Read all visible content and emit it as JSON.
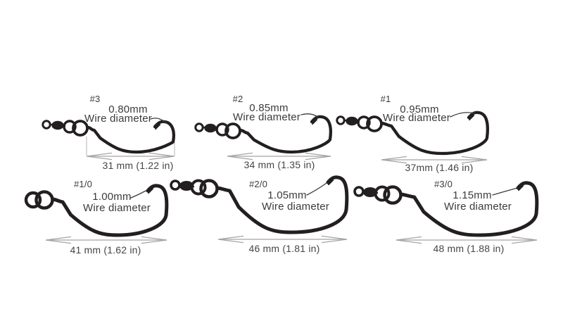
{
  "diagram": {
    "hooks": [
      {
        "size": "#3",
        "wire": "0.80mm",
        "wire_label": "Wire diameter",
        "length": "31 mm (1.22 in)"
      },
      {
        "size": "#2",
        "wire": "0.85mm",
        "wire_label": "Wire diameter",
        "length": "34 mm (1.35 in)"
      },
      {
        "size": "#1",
        "wire": "0.95mm",
        "wire_label": "Wire diameter",
        "length": "37mm (1.46 in)"
      },
      {
        "size": "#1/0",
        "wire": "1.00mm",
        "wire_label": "Wire diameter",
        "length": "41 mm (1.62 in)"
      },
      {
        "size": "#2/0",
        "wire": "1.05mm",
        "wire_label": "Wire diameter",
        "length": "46 mm (1.81 in)"
      },
      {
        "size": "#3/0",
        "wire": "1.15mm",
        "wire_label": "Wire diameter",
        "length": "48 mm (1.88 in)"
      }
    ],
    "colors": {
      "hook": "#231f20",
      "arrow": "#a5a5a5",
      "leader": "#3c3c3c",
      "extension": "#b5b5b5",
      "text": "#3b3b3b"
    }
  }
}
